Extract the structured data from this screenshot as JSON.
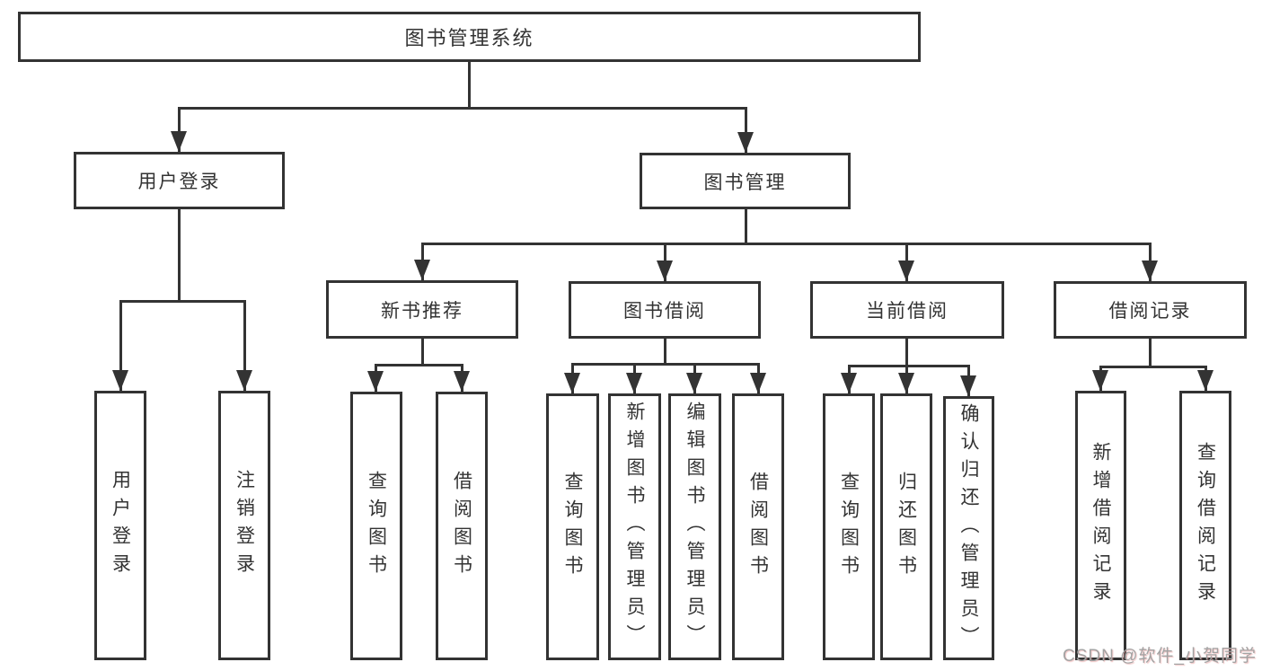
{
  "diagram": {
    "tree": {
      "root": {
        "label": "图书管理系统"
      },
      "level2": [
        {
          "label": "用户登录"
        },
        {
          "label": "图书管理"
        }
      ],
      "level3": [
        {
          "label": "新书推荐",
          "parent": "图书管理"
        },
        {
          "label": "图书借阅",
          "parent": "图书管理"
        },
        {
          "label": "当前借阅",
          "parent": "图书管理"
        },
        {
          "label": "借阅记录",
          "parent": "图书管理"
        }
      ],
      "leaves": [
        {
          "label": "用户登录",
          "parent": "用户登录"
        },
        {
          "label": "注销登录",
          "parent": "用户登录"
        },
        {
          "label": "查询图书",
          "parent": "新书推荐"
        },
        {
          "label": "借阅图书",
          "parent": "新书推荐"
        },
        {
          "label": "查询图书",
          "parent": "图书借阅"
        },
        {
          "label": "新增图书（管理员）",
          "parent": "图书借阅"
        },
        {
          "label": "编辑图书（管理员）",
          "parent": "图书借阅"
        },
        {
          "label": "借阅图书",
          "parent": "图书借阅"
        },
        {
          "label": "查询图书",
          "parent": "当前借阅"
        },
        {
          "label": "归还图书",
          "parent": "当前借阅"
        },
        {
          "label": "确认归还（管理员）",
          "parent": "当前借阅"
        },
        {
          "label": "新增借阅记录",
          "parent": "借阅记录"
        },
        {
          "label": "查询借阅记录",
          "parent": "借阅记录"
        }
      ]
    },
    "colors": {
      "line": "#333333",
      "text": "#333333",
      "box_background": "#ffffff",
      "page_background": "#ffffff",
      "watermark": "#a3a3a3"
    }
  },
  "watermark": {
    "text": "CSDN @软件_小贺同学"
  }
}
